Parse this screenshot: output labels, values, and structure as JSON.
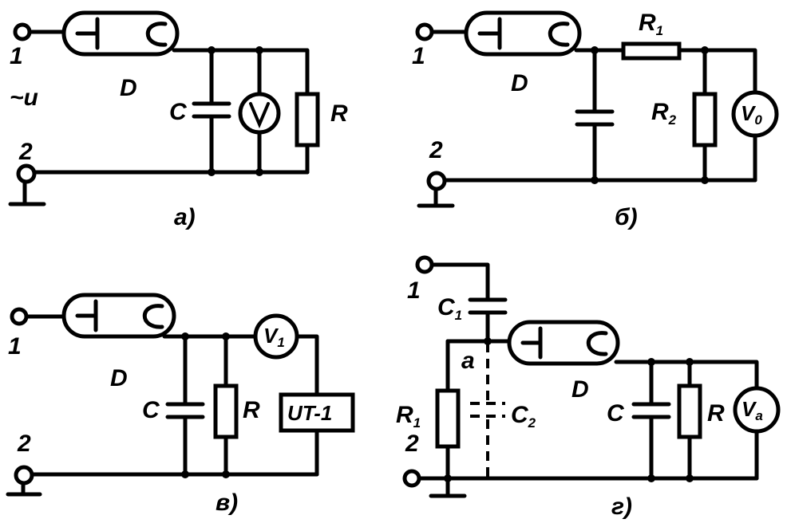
{
  "panels": {
    "a": {
      "caption": "a)",
      "terminal_top": "1",
      "terminal_bottom": "2",
      "source": "~u",
      "diode": "D",
      "capacitor": "C",
      "meter": "V",
      "resistor": "R"
    },
    "b": {
      "caption": "б)",
      "terminal_top": "1",
      "terminal_bottom": "2",
      "diode": "D",
      "r1_main": "R",
      "r1_sub": "1",
      "r2_main": "R",
      "r2_sub": "2",
      "meter_main": "V",
      "meter_sub": "0"
    },
    "c": {
      "caption": "в)",
      "terminal_top": "1",
      "terminal_bottom": "2",
      "diode": "D",
      "capacitor": "C",
      "resistor": "R",
      "meter_main": "V",
      "meter_sub": "1",
      "device": "UT-1"
    },
    "d": {
      "caption": "г)",
      "terminal_top": "1",
      "terminal_bottom": "2",
      "c1_main": "C",
      "c1_sub": "1",
      "c2_main": "C",
      "c2_sub": "2",
      "r1_main": "R",
      "r1_sub": "1",
      "node": "a",
      "diode": "D",
      "capacitor": "C",
      "resistor": "R",
      "meter_main": "V",
      "meter_sub": "a"
    }
  }
}
